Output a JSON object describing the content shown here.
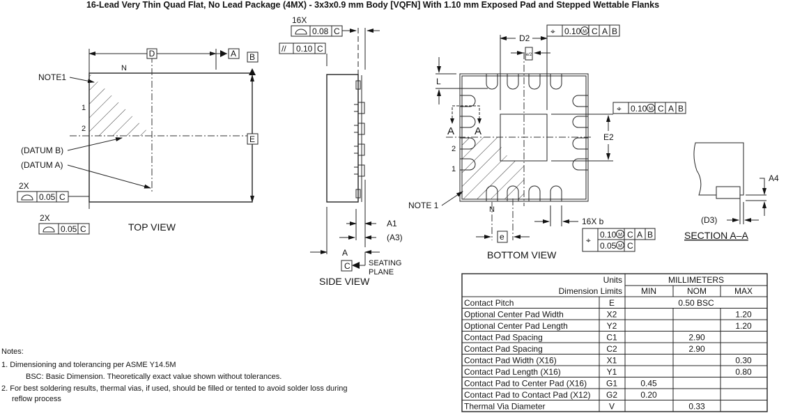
{
  "title": "16-Lead Very Thin Quad Flat, No Lead Package (4MX) - 3x3x0.9 mm Body [VQFN]  With 1.10 mm Exposed Pad and Stepped Wettable Flanks",
  "top_view": {
    "label": "TOP VIEW",
    "dim_d": "D",
    "dim_e": "E",
    "datum_a": "A",
    "datum_b": "B",
    "note1": "NOTE1",
    "pin_n": "N",
    "pin_1": "1",
    "pin_2": "2",
    "datum_b_label": "(DATUM B)",
    "datum_a_label": "(DATUM A)",
    "fcf1": {
      "count": "2X",
      "value": "0.05",
      "datum": "C"
    },
    "fcf2": {
      "count": "2X",
      "value": "0.05",
      "datum": "C"
    }
  },
  "side_view": {
    "label": "SIDE VIEW",
    "fcf_profile": {
      "count": "16X",
      "value": "0.08",
      "datum": "C"
    },
    "fcf_parallel": {
      "symbol": "//",
      "value": "0.10",
      "datum": "C"
    },
    "a1": "A1",
    "a3": "(A3)",
    "a": "A",
    "datum_c": "C",
    "seating_1": "SEATING",
    "seating_2": "PLANE"
  },
  "bottom_view": {
    "label": "BOTTOM VIEW",
    "d2": "D2",
    "e2": "E2",
    "l": "L",
    "e_half": "e/2",
    "e": "e",
    "section_mark": "A",
    "pin_1": "1",
    "pin_2": "2",
    "pin_n": "N",
    "note1": "NOTE 1",
    "b_label": "16X b",
    "fcf_d2": {
      "value": "0.10",
      "mod": "M",
      "d1": "C",
      "d2": "A",
      "d3": "B"
    },
    "fcf_e2": {
      "value": "0.10",
      "mod": "M",
      "d1": "C",
      "d2": "A",
      "d3": "B"
    },
    "fcf_b1": {
      "value": "0.10",
      "mod": "M",
      "d1": "C",
      "d2": "A",
      "d3": "B"
    },
    "fcf_b2": {
      "value": "0.05",
      "mod": "M",
      "d1": "C"
    }
  },
  "section": {
    "label": "SECTION A–A",
    "a4": "A4",
    "d3": "(D3)"
  },
  "table": {
    "units_label": "Units",
    "units": "MILLIMETERS",
    "limits_label": "Dimension Limits",
    "min": "MIN",
    "nom": "NOM",
    "max": "MAX",
    "rows": [
      {
        "name": "Contact Pitch",
        "sym": "E",
        "span": "0.50 BSC"
      },
      {
        "name": "Optional Center Pad Width",
        "sym": "X2",
        "min": "",
        "nom": "",
        "max": "1.20"
      },
      {
        "name": "Optional Center Pad Length",
        "sym": "Y2",
        "min": "",
        "nom": "",
        "max": "1.20"
      },
      {
        "name": "Contact Pad Spacing",
        "sym": "C1",
        "min": "",
        "nom": "2.90",
        "max": ""
      },
      {
        "name": "Contact Pad Spacing",
        "sym": "C2",
        "min": "",
        "nom": "2.90",
        "max": ""
      },
      {
        "name": "Contact Pad Width (X16)",
        "sym": "X1",
        "min": "",
        "nom": "",
        "max": "0.30"
      },
      {
        "name": "Contact Pad Length (X16)",
        "sym": "Y1",
        "min": "",
        "nom": "",
        "max": "0.80"
      },
      {
        "name": "Contact Pad to Center Pad (X16)",
        "sym": "G1",
        "min": "0.45",
        "nom": "",
        "max": ""
      },
      {
        "name": "Contact Pad to Contact Pad (X12)",
        "sym": "G2",
        "min": "0.20",
        "nom": "",
        "max": ""
      },
      {
        "name": "Thermal Via Diameter",
        "sym": "V",
        "min": "",
        "nom": "0.33",
        "max": ""
      }
    ]
  },
  "notes": {
    "heading": "Notes:",
    "items": [
      "1.  Dimensioning and tolerancing per ASME Y14.5M",
      "BSC: Basic Dimension. Theoretically exact value shown without tolerances.",
      "2.  For best soldering results, thermal vias, if used, should be filled or tented to avoid solder loss during",
      "reflow process"
    ]
  }
}
